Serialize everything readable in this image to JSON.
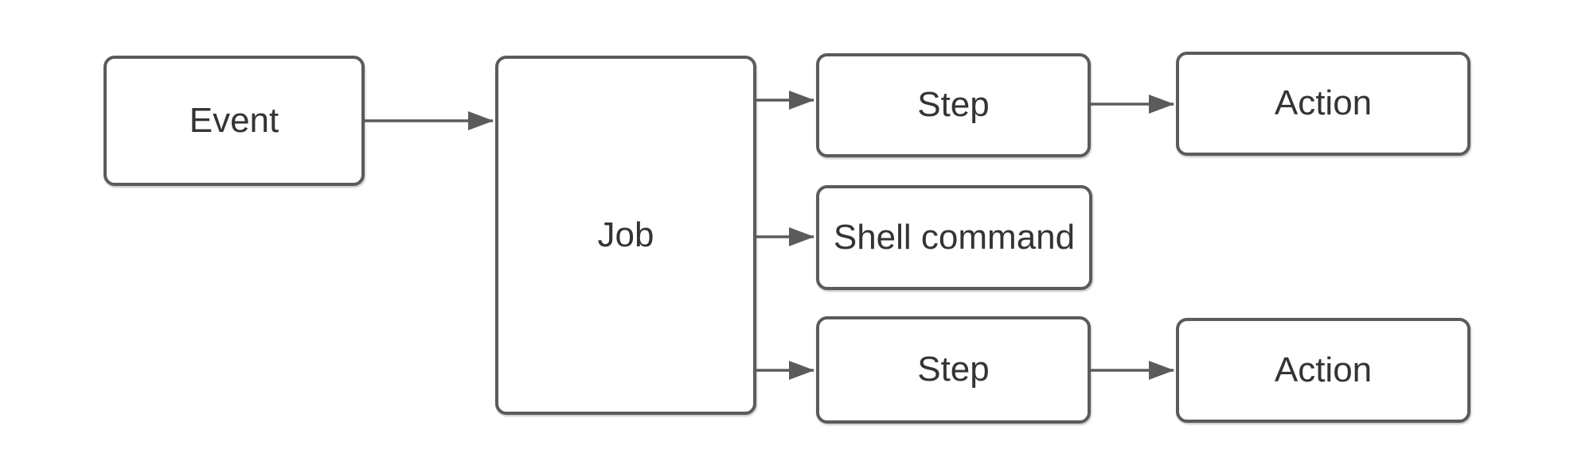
{
  "diagram": {
    "type": "flowchart",
    "colors": {
      "stroke": "#5b5b5b",
      "text": "#343434",
      "canvas": "#ffffff",
      "node_fill": "#ffffff"
    },
    "nodes": {
      "event": {
        "label": "Event"
      },
      "job": {
        "label": "Job"
      },
      "step_top": {
        "label": "Step"
      },
      "action_top": {
        "label": "Action"
      },
      "shell_command": {
        "label": "Shell command"
      },
      "step_bottom": {
        "label": "Step"
      },
      "action_bottom": {
        "label": "Action"
      }
    },
    "edges": [
      {
        "from": "event",
        "to": "job"
      },
      {
        "from": "job",
        "to": "step_top"
      },
      {
        "from": "job",
        "to": "shell_command"
      },
      {
        "from": "job",
        "to": "step_bottom"
      },
      {
        "from": "step_top",
        "to": "action_top"
      },
      {
        "from": "step_bottom",
        "to": "action_bottom"
      }
    ]
  }
}
